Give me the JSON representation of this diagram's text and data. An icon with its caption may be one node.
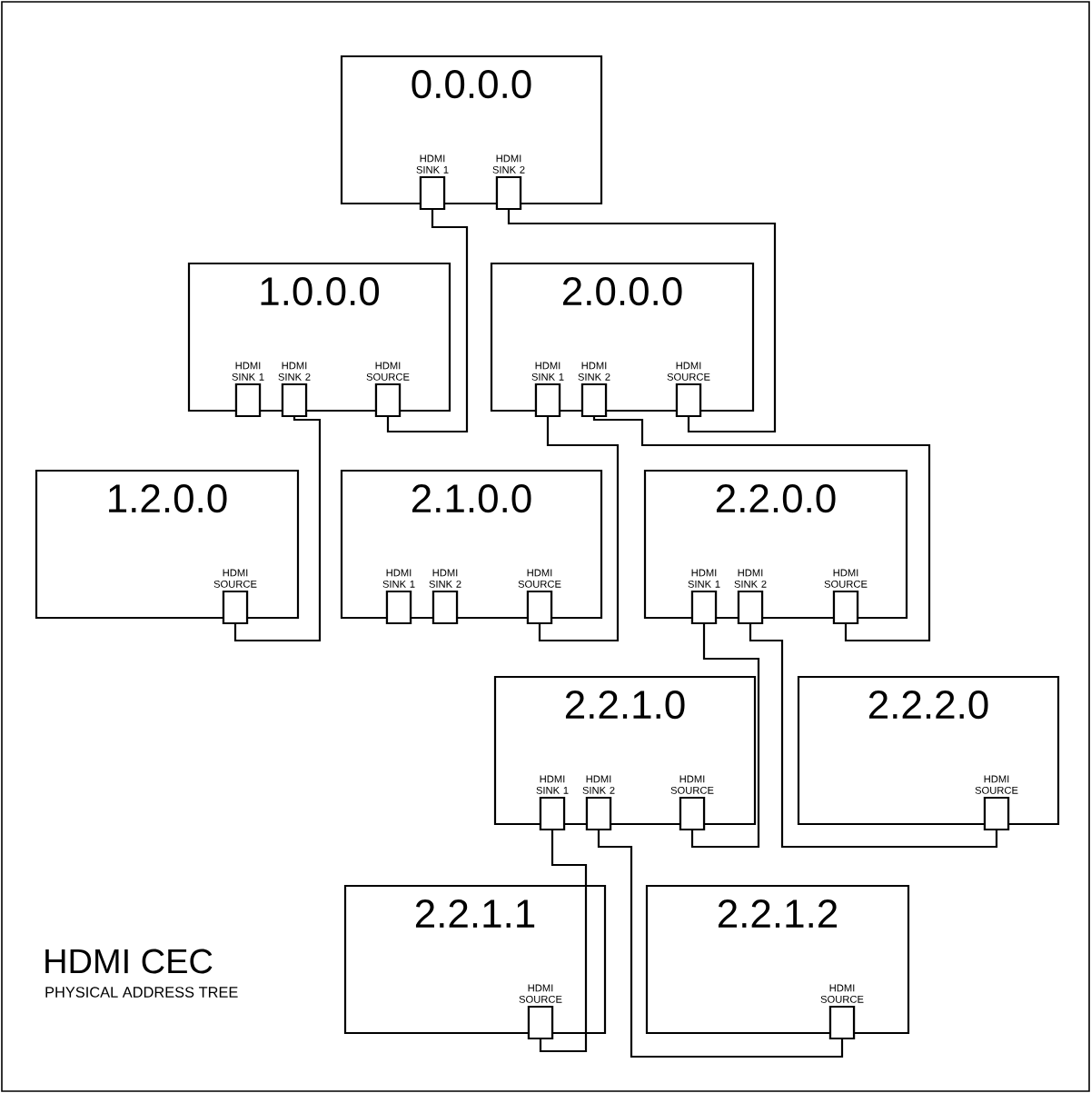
{
  "diagram": {
    "title": "HDMI CEC",
    "caption": "PHYSICAL ADDRESS TREE",
    "nodes": [
      {
        "text": [
          "0.0.0.0"
        ]
      },
      {
        "text": [
          "HDMI SINK 1"
        ],
        "in": 0
      },
      {
        "text": [
          "HDMI SINK 2"
        ],
        "in": 0
      },
      {
        "text": [
          "1.0.0.0"
        ]
      },
      {
        "text": [
          "HDMI SINK 1"
        ],
        "in": 3
      },
      {
        "text": [
          "HDMI SINK 2"
        ],
        "in": 3
      },
      {
        "text": [
          "HDMI SOURCE"
        ],
        "in": 3
      },
      {
        "text": [
          "2.0.0.0"
        ]
      },
      {
        "text": [
          "HDMI SINK 1"
        ],
        "in": 7
      },
      {
        "text": [
          "HDMI SINK 2"
        ],
        "in": 7
      },
      {
        "text": [
          "HDMI SOURCE"
        ],
        "in": 7
      },
      {
        "text": [
          "1.2.0.0"
        ]
      },
      {
        "text": [
          "HDMI SOURCE"
        ],
        "in": 11
      },
      {
        "text": [
          "2.1.0.0"
        ]
      },
      {
        "text": [
          "HDMI SINK 1"
        ],
        "in": 13
      },
      {
        "text": [
          "HDMI SINK 2"
        ],
        "in": 13
      },
      {
        "text": [
          "HDMI SOURCE"
        ],
        "in": 13
      },
      {
        "text": [
          "2.2.0.0"
        ]
      },
      {
        "text": [
          "HDMI SINK 1"
        ],
        "in": 17
      },
      {
        "text": [
          "HDMI SINK 2"
        ],
        "in": 17
      },
      {
        "text": [
          "HDMI SOURCE"
        ],
        "in": 17
      },
      {
        "text": [
          "2.2.1.0"
        ]
      },
      {
        "text": [
          "HDMI SINK 1"
        ],
        "in": 21
      },
      {
        "text": [
          "HDMI SINK 2"
        ],
        "in": 21
      },
      {
        "text": [
          "HDMI SOURCE"
        ],
        "in": 21
      },
      {
        "text": [
          "2.2.2.0"
        ]
      },
      {
        "text": [
          "HDMI SOURCE"
        ],
        "in": 25
      },
      {
        "text": [
          "2.2.1.1"
        ]
      },
      {
        "text": [
          "HDMI SOURCE"
        ],
        "in": 27
      },
      {
        "text": [
          "2.2.1.2"
        ]
      },
      {
        "text": [
          "HDMI SOURCE"
        ],
        "in": 29
      }
    ],
    "edges": [
      {
        "from": 1,
        "to": 6,
        "arrow": "none"
      },
      {
        "from": 2,
        "to": 10,
        "arrow": "none"
      },
      {
        "from": 5,
        "to": 12,
        "arrow": "none"
      },
      {
        "from": 8,
        "to": 16,
        "arrow": "none"
      },
      {
        "from": 9,
        "to": 20,
        "arrow": "none"
      },
      {
        "from": 18,
        "to": 24,
        "arrow": "none"
      },
      {
        "from": 19,
        "to": 26,
        "arrow": "none"
      },
      {
        "from": 22,
        "to": 28,
        "arrow": "none"
      },
      {
        "from": 23,
        "to": 30,
        "arrow": "none"
      }
    ]
  }
}
